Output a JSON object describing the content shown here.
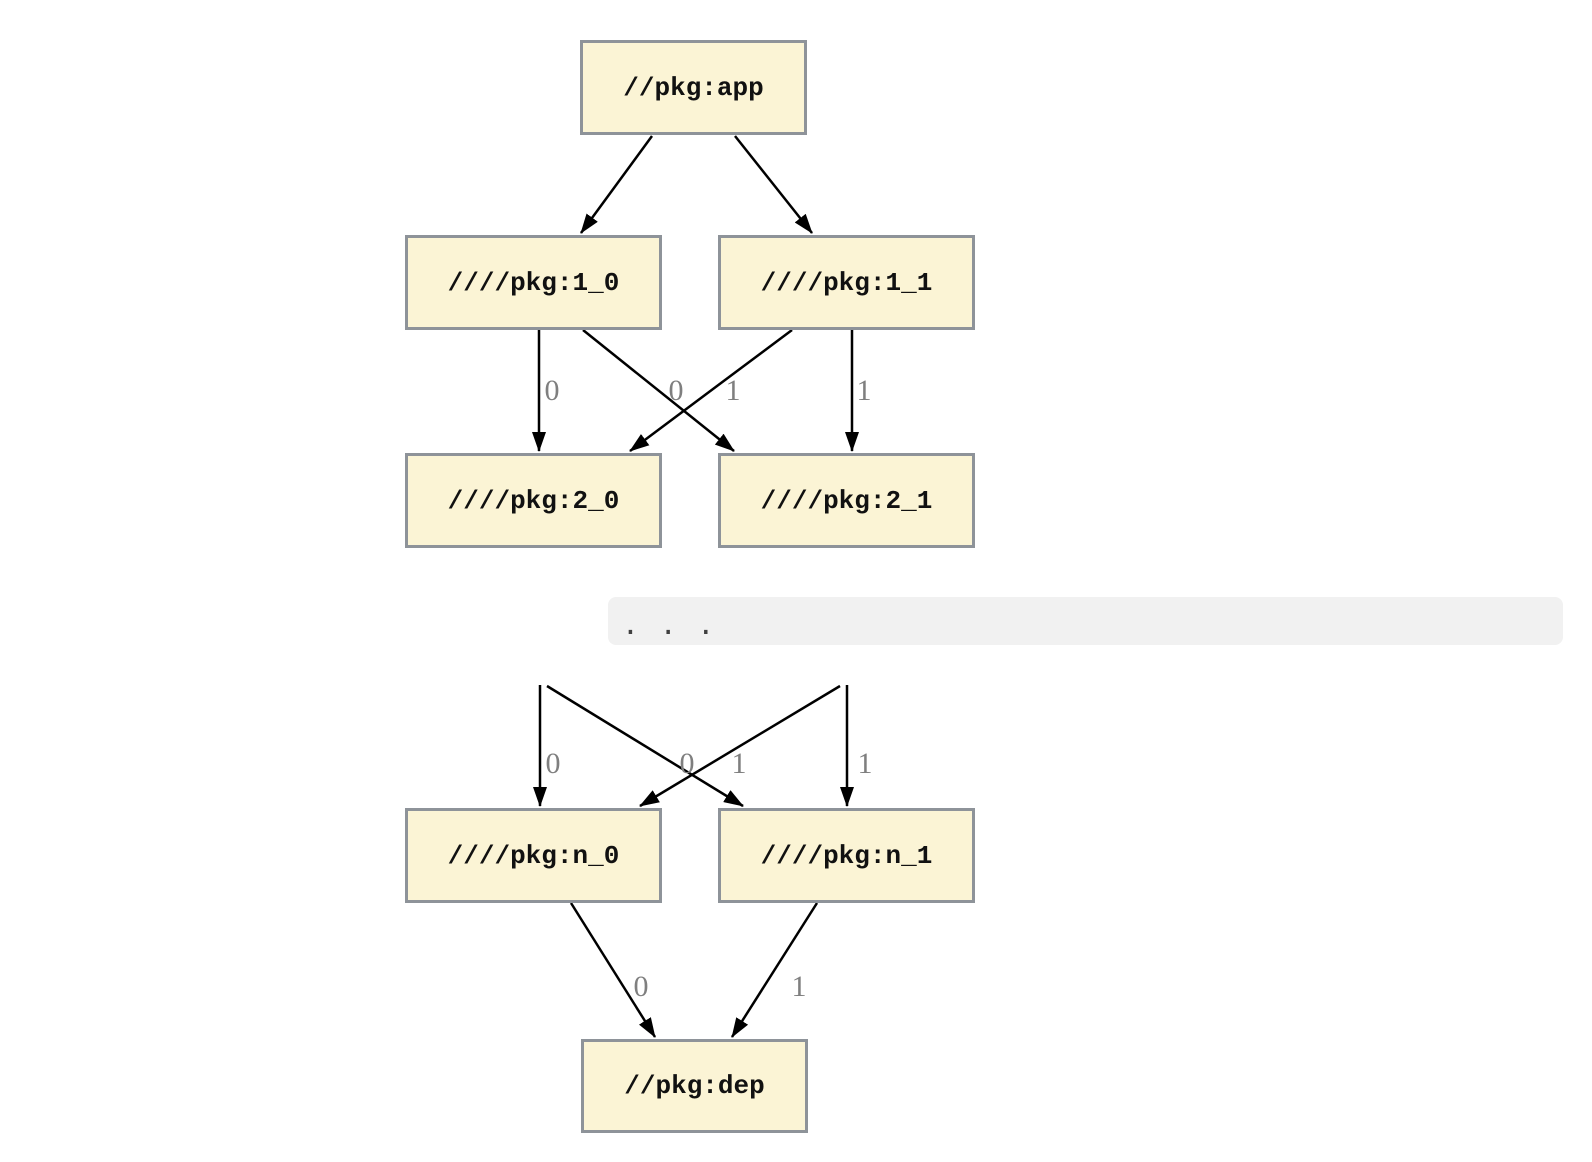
{
  "graph": {
    "nodes": {
      "app": {
        "label": "//pkg:app"
      },
      "v1_0": {
        "label": "////pkg:1_0"
      },
      "v1_1": {
        "label": "////pkg:1_1"
      },
      "v2_0": {
        "label": "////pkg:2_0"
      },
      "v2_1": {
        "label": "////pkg:2_1"
      },
      "n_0": {
        "label": "////pkg:n_0"
      },
      "n_1": {
        "label": "////pkg:n_1"
      },
      "dep": {
        "label": "//pkg:dep"
      }
    },
    "ellipsis": ". . .",
    "edges": [
      {
        "from": "//pkg:app",
        "to": "////pkg:1_0",
        "label": ""
      },
      {
        "from": "//pkg:app",
        "to": "////pkg:1_1",
        "label": ""
      },
      {
        "from": "////pkg:1_0",
        "to": "////pkg:2_0",
        "label": "0"
      },
      {
        "from": "////pkg:1_0",
        "to": "////pkg:2_1",
        "label": "1"
      },
      {
        "from": "////pkg:1_1",
        "to": "////pkg:2_0",
        "label": "0"
      },
      {
        "from": "////pkg:1_1",
        "to": "////pkg:2_1",
        "label": "1"
      },
      {
        "from": "...",
        "to": "////pkg:n_0",
        "label": "0"
      },
      {
        "from": "...",
        "to": "////pkg:n_1",
        "label": "1"
      },
      {
        "from": "...",
        "to": "////pkg:n_0",
        "label": "0"
      },
      {
        "from": "...",
        "to": "////pkg:n_1",
        "label": "1"
      },
      {
        "from": "////pkg:n_0",
        "to": "//pkg:dep",
        "label": "0"
      },
      {
        "from": "////pkg:n_1",
        "to": "//pkg:dep",
        "label": "1"
      }
    ],
    "colors": {
      "node_fill": "#fbf4d5",
      "node_border": "#8e9399",
      "edge": "#000000",
      "edge_label": "#7f7f7f",
      "band_bg": "#f1f1f1",
      "band_text": "#404040"
    }
  }
}
